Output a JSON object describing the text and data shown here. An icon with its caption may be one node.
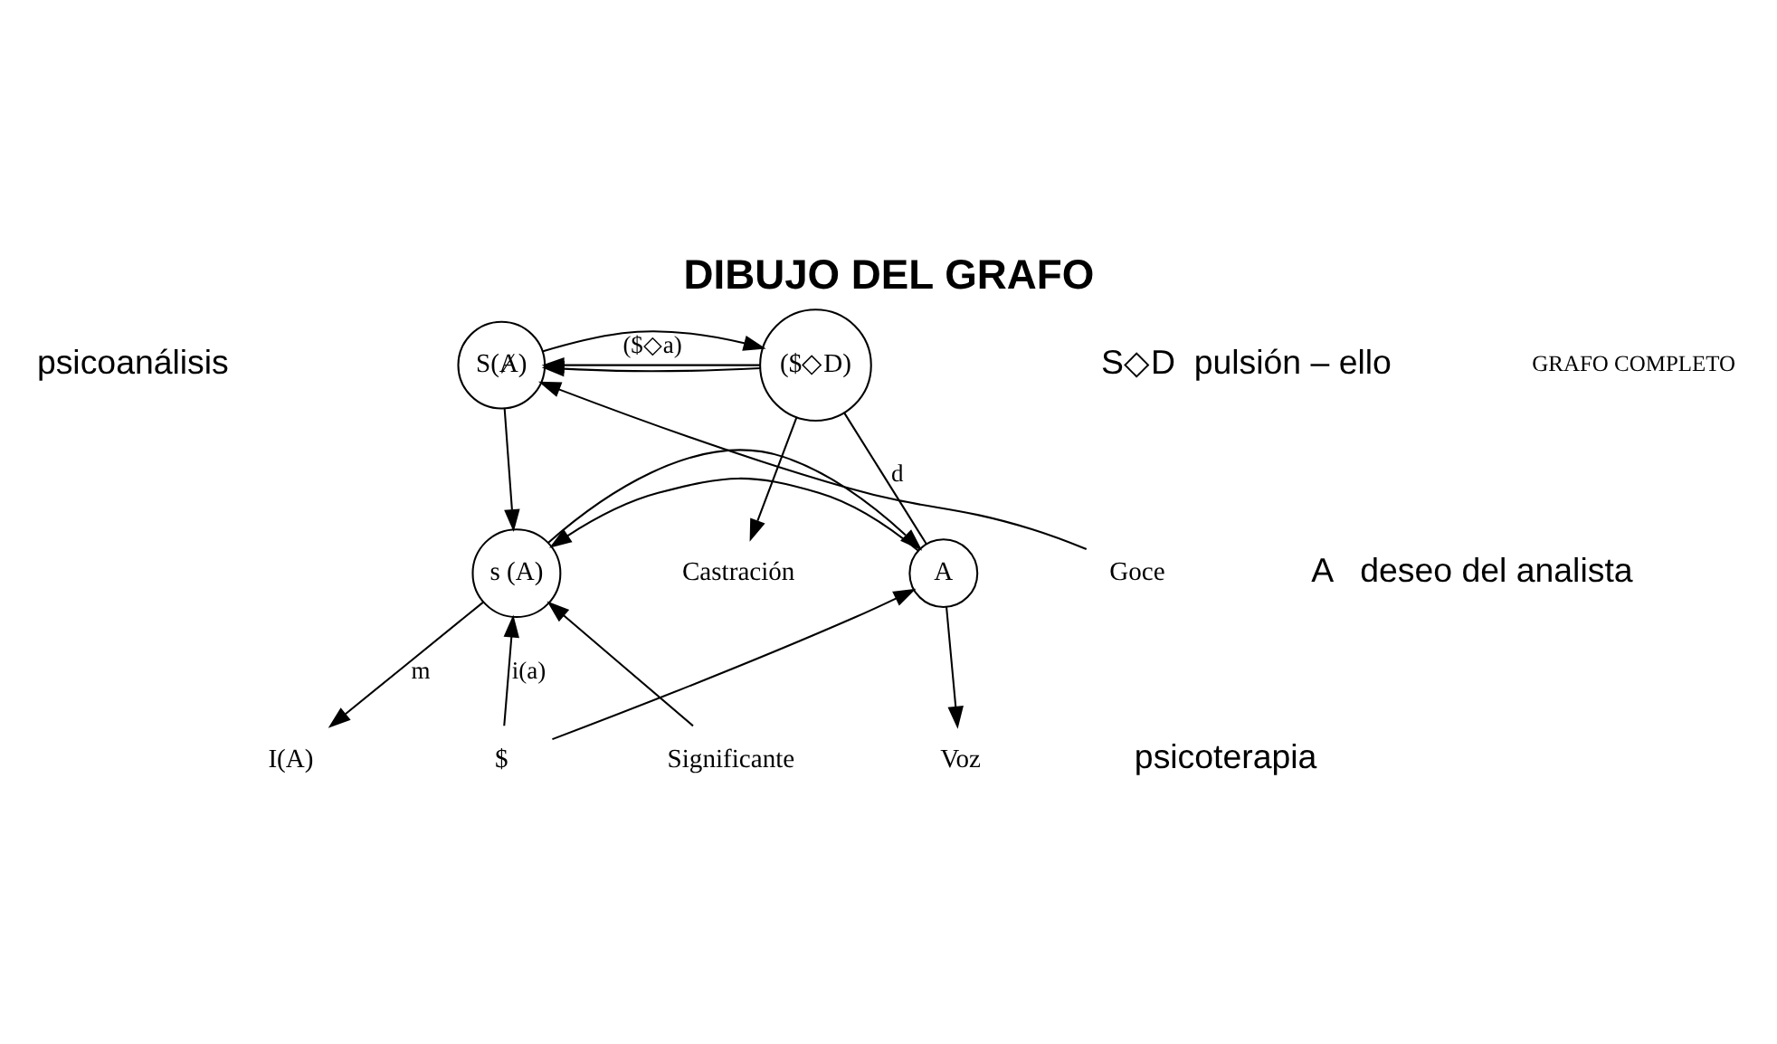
{
  "diagram": {
    "title": "DIBUJO DEL GRAFO",
    "nodes": [
      {
        "text": [
          "S(Ⱥ)"
        ]
      },
      {
        "text": [
          "($◇D)"
        ]
      },
      {
        "text": [
          "s (A)"
        ]
      },
      {
        "text": [
          "A"
        ]
      },
      {
        "text": [
          "I(A)"
        ]
      },
      {
        "text": [
          "$"
        ]
      },
      {
        "text": [
          "Goce"
        ]
      },
      {
        "text": [
          "Castración"
        ]
      },
      {
        "text": [
          "Significante"
        ]
      },
      {
        "text": [
          "Voz"
        ]
      }
    ],
    "edges": [
      {
        "from": 1,
        "to": 0,
        "arrow": "to"
      },
      {
        "from": 0,
        "to": 1,
        "arrow": "to"
      },
      {
        "from": 6,
        "to": 0,
        "arrow": "to"
      },
      {
        "from": 1,
        "to": 7,
        "arrow": "to"
      },
      {
        "from": 1,
        "to": 0,
        "arrow": "to",
        "label": "($◇a)"
      },
      {
        "from": 3,
        "to": 1,
        "arrow": "none",
        "label": "d"
      },
      {
        "from": 0,
        "to": 2,
        "arrow": "to"
      },
      {
        "from": 3,
        "to": 2,
        "arrow": "to"
      },
      {
        "from": 2,
        "to": 3,
        "arrow": "to"
      },
      {
        "from": 8,
        "to": 2,
        "arrow": "to"
      },
      {
        "from": 3,
        "to": 9,
        "arrow": "to"
      },
      {
        "from": 5,
        "to": 2,
        "arrow": "to",
        "label": "i(a)"
      },
      {
        "from": 5,
        "to": 3,
        "arrow": "to"
      },
      {
        "from": 2,
        "to": 4,
        "arrow": "to",
        "label": "m"
      }
    ],
    "labels": [
      "GRAFO COMPLETO",
      "psicoanálisis",
      "S◇D  pulsión – ello",
      "A   deseo del analista",
      "psicoterapia"
    ]
  }
}
